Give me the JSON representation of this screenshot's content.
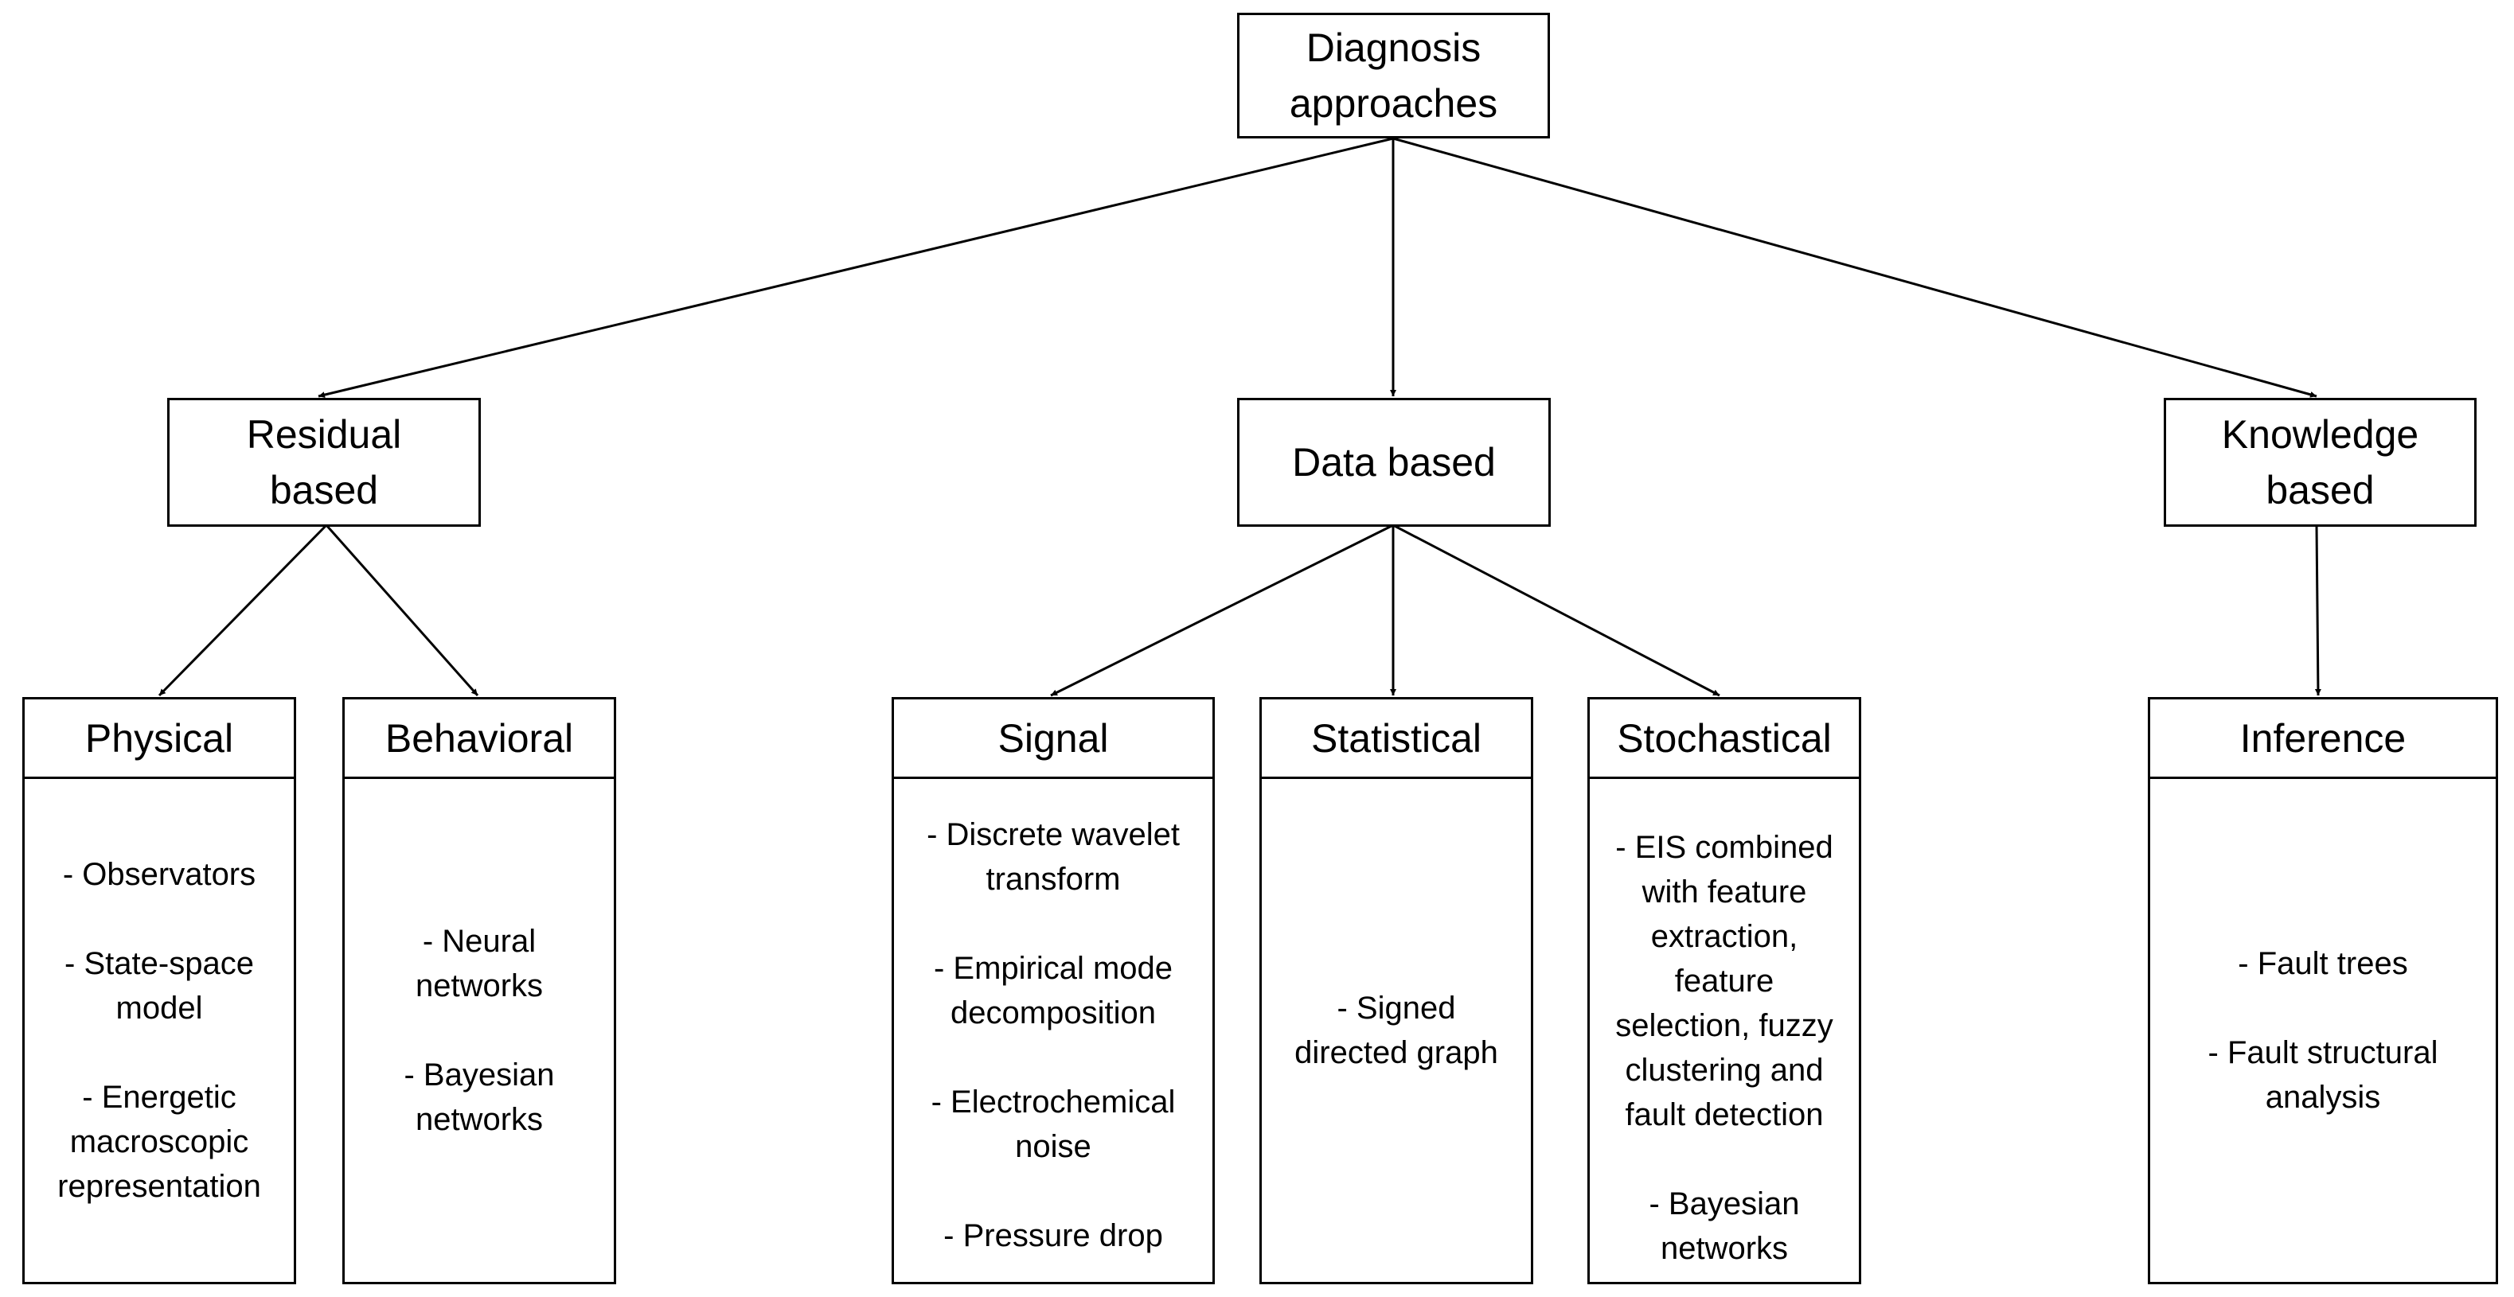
{
  "root": {
    "label": "Diagnosis\napproaches"
  },
  "groups": [
    {
      "label": "Residual\nbased"
    },
    {
      "label": "Data based"
    },
    {
      "label": "Knowledge\nbased"
    }
  ],
  "categories": [
    {
      "title": "Physical",
      "items": [
        "- Observators",
        "- State-space\nmodel",
        "- Energetic\nmacroscopic\nrepresentation"
      ]
    },
    {
      "title": "Behavioral",
      "items": [
        "- Neural\nnetworks",
        "- Bayesian\nnetworks"
      ]
    },
    {
      "title": "Signal",
      "items": [
        "- Discrete wavelet\ntransform",
        "- Empirical mode\ndecomposition",
        "- Electrochemical\nnoise",
        "- Pressure drop"
      ]
    },
    {
      "title": "Statistical",
      "items": [
        "- Signed\ndirected graph"
      ]
    },
    {
      "title": "Stochastical",
      "items": [
        "- EIS combined\nwith feature\nextraction,\nfeature\nselection, fuzzy\nclustering and\nfault detection",
        "- Bayesian\nnetworks"
      ]
    },
    {
      "title": "Inference",
      "items": [
        "-      Fault trees",
        "-      Fault structural\nanalysis"
      ]
    }
  ],
  "colors": {
    "line": "#000000",
    "fill": "#ffffff",
    "text": "#000000"
  }
}
